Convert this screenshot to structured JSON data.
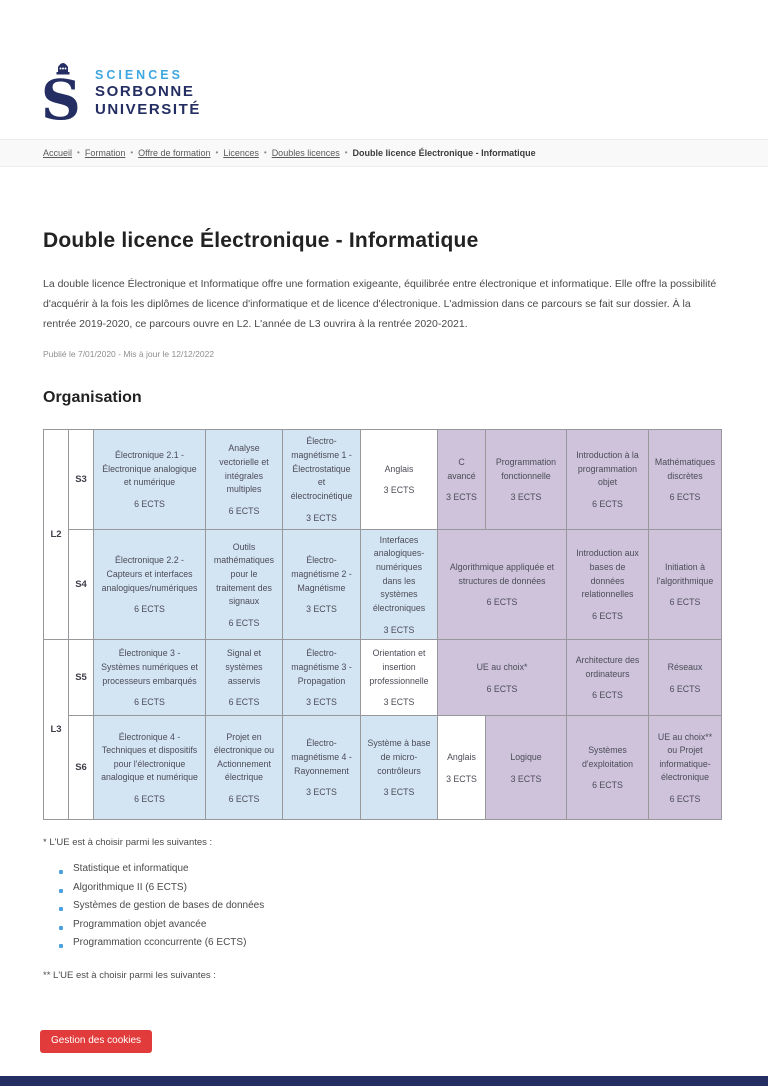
{
  "header": {
    "logo": {
      "line1": "SCIENCES",
      "line2": "SORBONNE",
      "line3": "UNIVERSITÉ"
    }
  },
  "breadcrumb": {
    "separator": "•",
    "links": [
      {
        "label": "Accueil"
      },
      {
        "label": "Formation"
      },
      {
        "label": "Offre de formation"
      },
      {
        "label": "Licences"
      },
      {
        "label": "Doubles licences"
      }
    ],
    "current": "Double licence Électronique - Informatique"
  },
  "page": {
    "title": "Double licence Électronique - Informatique",
    "intro": "La double licence Électronique et Informatique offre une formation exigeante, équilibrée entre électronique et informatique. Elle offre la possibilité d'acquérir à la fois les diplômes de licence d'informatique et de licence d'électronique. L'admission dans ce parcours se fait sur dossier. À la rentrée 2019-2020, ce parcours ouvre en L2. L'année de L3 ouvrira à la rentrée 2020-2021.",
    "published": "Publié le 7/01/2020 - Mis à jour le 12/12/2022",
    "section_title": "Organisation"
  },
  "table": {
    "years": [
      {
        "label": "L2"
      },
      {
        "label": "L3"
      }
    ],
    "rows": [
      {
        "semester": "S3",
        "cells": [
          {
            "title": "Électronique 2.1 - Électronique analogique et numérique",
            "ects": "6 ECTS"
          },
          {
            "title": "Analyse vectorielle et intégrales multiples",
            "ects": "6 ECTS"
          },
          {
            "title": "Électro-magnétisme 1 - Électrostatique et électrocinétique",
            "ects": "3 ECTS"
          },
          {
            "title": "Anglais",
            "ects": "3 ECTS"
          },
          {
            "title": "C avancé",
            "ects": "3 ECTS"
          },
          {
            "title": "Programmation fonctionnelle",
            "ects": "3 ECTS"
          },
          {
            "title": "Introduction à la programmation objet",
            "ects": "6 ECTS"
          },
          {
            "title": "Mathématiques discrètes",
            "ects": "6 ECTS"
          }
        ]
      },
      {
        "semester": "S4",
        "cells": [
          {
            "title": "Électronique 2.2 - Capteurs et interfaces analogiques/numériques",
            "ects": "6 ECTS"
          },
          {
            "title": "Outils mathématiques pour le traitement des signaux",
            "ects": "6 ECTS"
          },
          {
            "title": "Électro-magnétisme 2 - Magnétisme",
            "ects": "3 ECTS"
          },
          {
            "title": "Interfaces analogiques-numériques dans les systèmes électroniques",
            "ects": "3 ECTS"
          },
          {
            "title": "Algorithmique appliquée et structures de données",
            "ects": "6 ECTS"
          },
          {
            "title": "Introduction aux bases de données relationnelles",
            "ects": "6 ECTS"
          },
          {
            "title": "Initiation à l'algorithmique",
            "ects": "6 ECTS"
          }
        ]
      },
      {
        "semester": "S5",
        "cells": [
          {
            "title": "Électronique 3 - Systèmes numériques et processeurs embarqués",
            "ects": "6 ECTS"
          },
          {
            "title": "Signal et systèmes asservis",
            "ects": "6 ECTS"
          },
          {
            "title": "Électro-magnétisme 3 - Propagation",
            "ects": "3 ECTS"
          },
          {
            "title": "Orientation et insertion professionnelle",
            "ects": "3 ECTS"
          },
          {
            "title": "UE au choix*",
            "ects": "6 ECTS"
          },
          {
            "title": "Architecture des ordinateurs",
            "ects": "6 ECTS"
          },
          {
            "title": "Réseaux",
            "ects": "6 ECTS"
          }
        ]
      },
      {
        "semester": "S6",
        "cells": [
          {
            "title": "Électronique 4 - Techniques et dispositifs pour l'électronique analogique et numérique",
            "ects": "6 ECTS"
          },
          {
            "title": "Projet en électronique ou Actionnement électrique",
            "ects": "6 ECTS"
          },
          {
            "title": "Électro-magnétisme 4 - Rayonnement",
            "ects": "3 ECTS"
          },
          {
            "title": "Système à base de micro-contrôleurs",
            "ects": "3 ECTS"
          },
          {
            "title": "Anglais",
            "ects": "3 ECTS"
          },
          {
            "title": "Logique",
            "ects": "3 ECTS"
          },
          {
            "title": "Systèmes d'exploitation",
            "ects": "6 ECTS"
          },
          {
            "title": "UE au choix** ou Projet informatique-électronique",
            "ects": "6 ECTS"
          }
        ]
      }
    ]
  },
  "notes": {
    "note1": "* L'UE est à choisir parmi les suivantes :",
    "choices": [
      "Statistique et informatique",
      "Algorithmique II (6 ECTS)",
      "Systèmes de gestion de bases de données",
      "Programmation objet avancée",
      "Programmation cconcurrente (6 ECTS)"
    ],
    "note2": "** L'UE est à choisir parmi les suivantes :"
  },
  "cookie_button": {
    "label": "Gestion des cookies"
  },
  "colors": {
    "accent_light_blue": "#3fa7e0",
    "navy": "#242e62",
    "cell_blue": "#d3e4f3",
    "cell_lavender": "#cec3db",
    "cookie_red": "#e23b3b"
  }
}
